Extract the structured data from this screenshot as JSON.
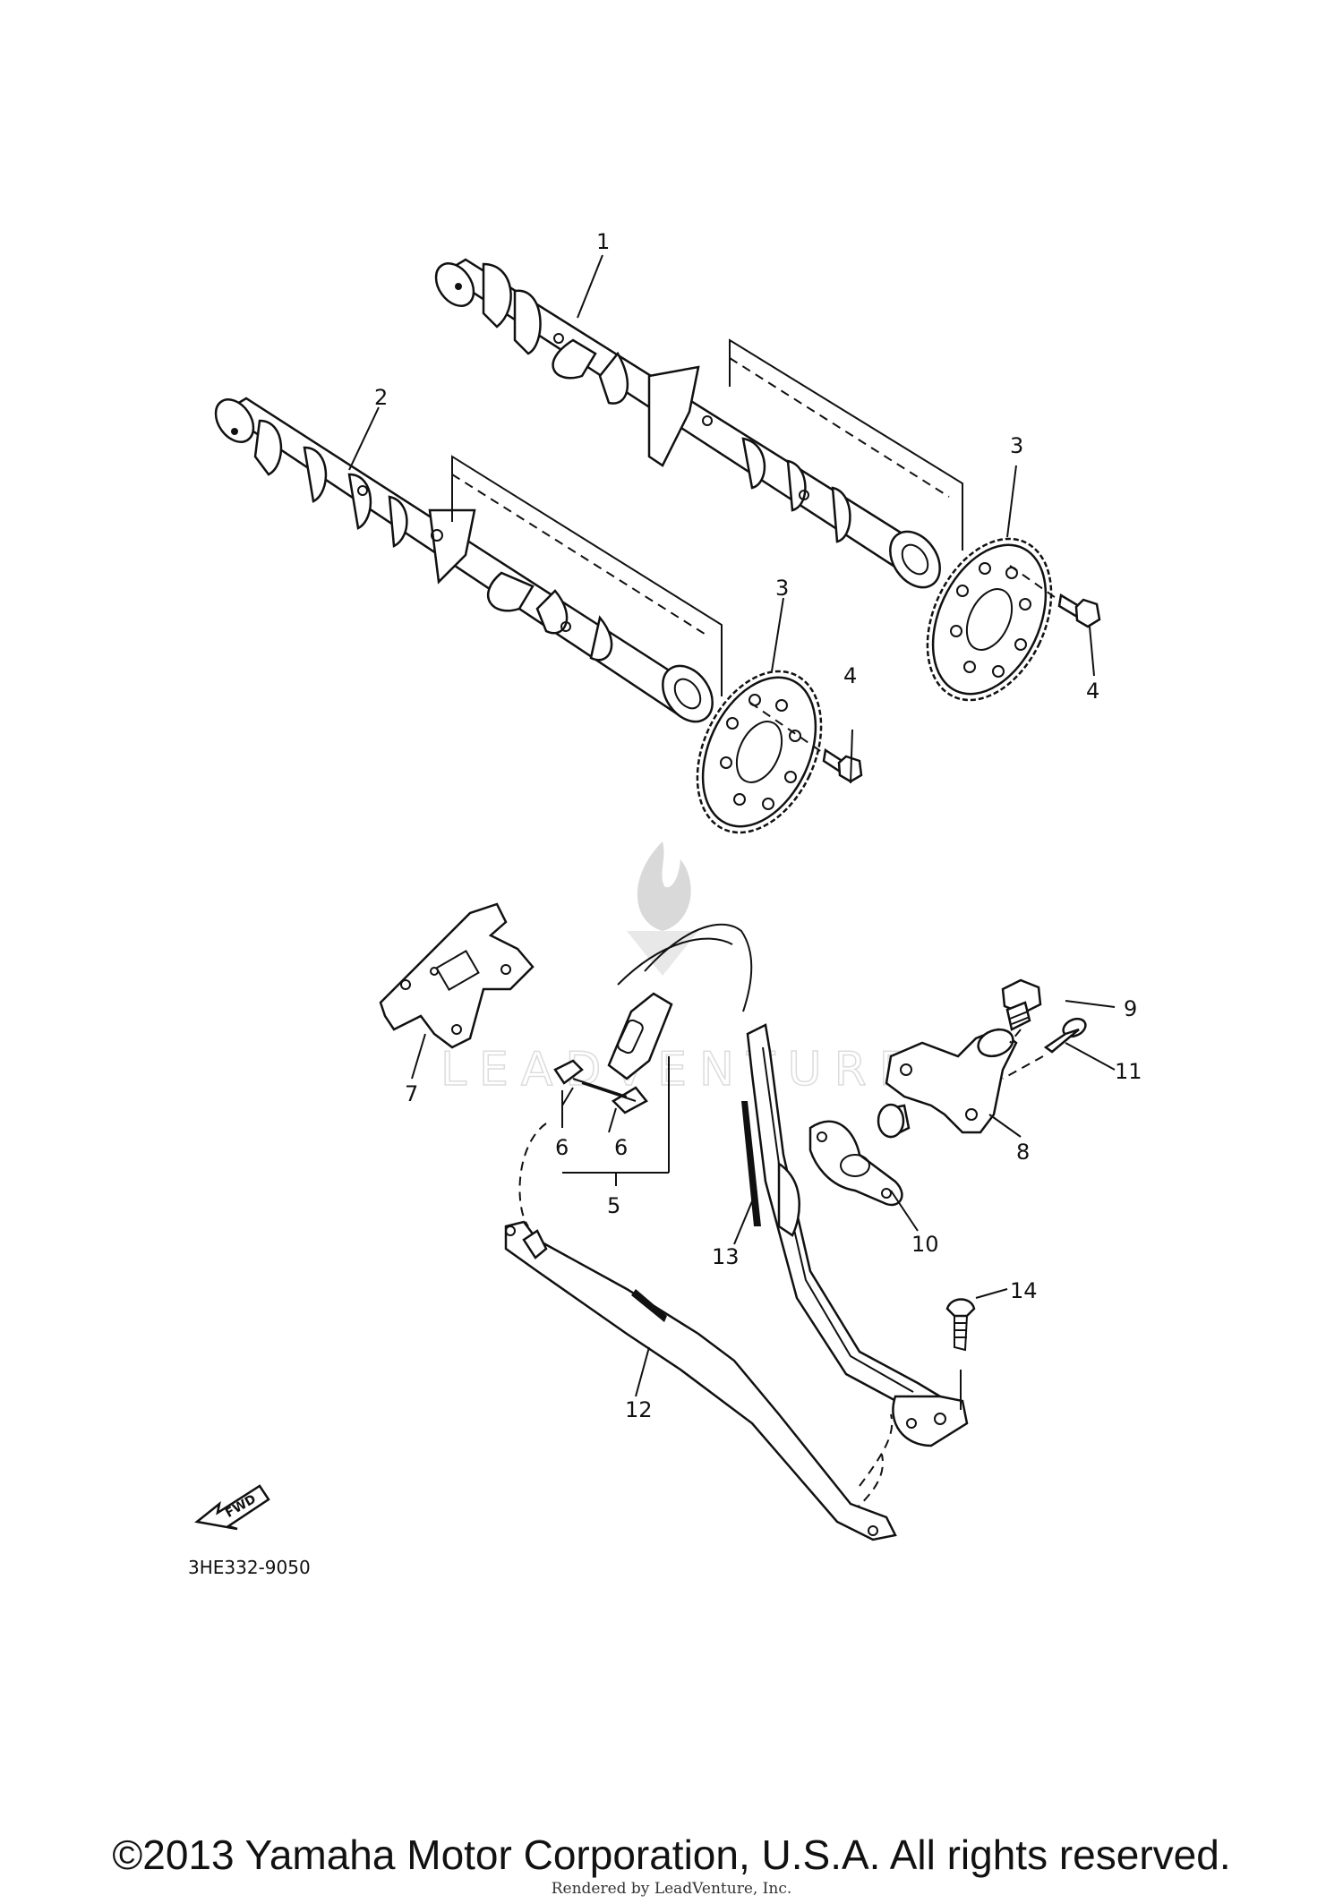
{
  "diagram": {
    "drawing_code": "3HE332-9050",
    "fwd_label": "FWD",
    "callouts": {
      "c1": "1",
      "c2": "2",
      "c3a": "3",
      "c3b": "3",
      "c4a": "4",
      "c4b": "4",
      "c5": "5",
      "c6a": "6",
      "c6b": "6",
      "c7": "7",
      "c8": "8",
      "c9": "9",
      "c10": "10",
      "c11": "11",
      "c12": "12",
      "c13": "13",
      "c14": "14"
    },
    "watermark_text": "LEADVENTURE"
  },
  "footer": {
    "copyright": "©2013 Yamaha Motor Corporation, U.S.A. All rights reserved.",
    "rendered_by": "Rendered by LeadVenture, Inc."
  }
}
